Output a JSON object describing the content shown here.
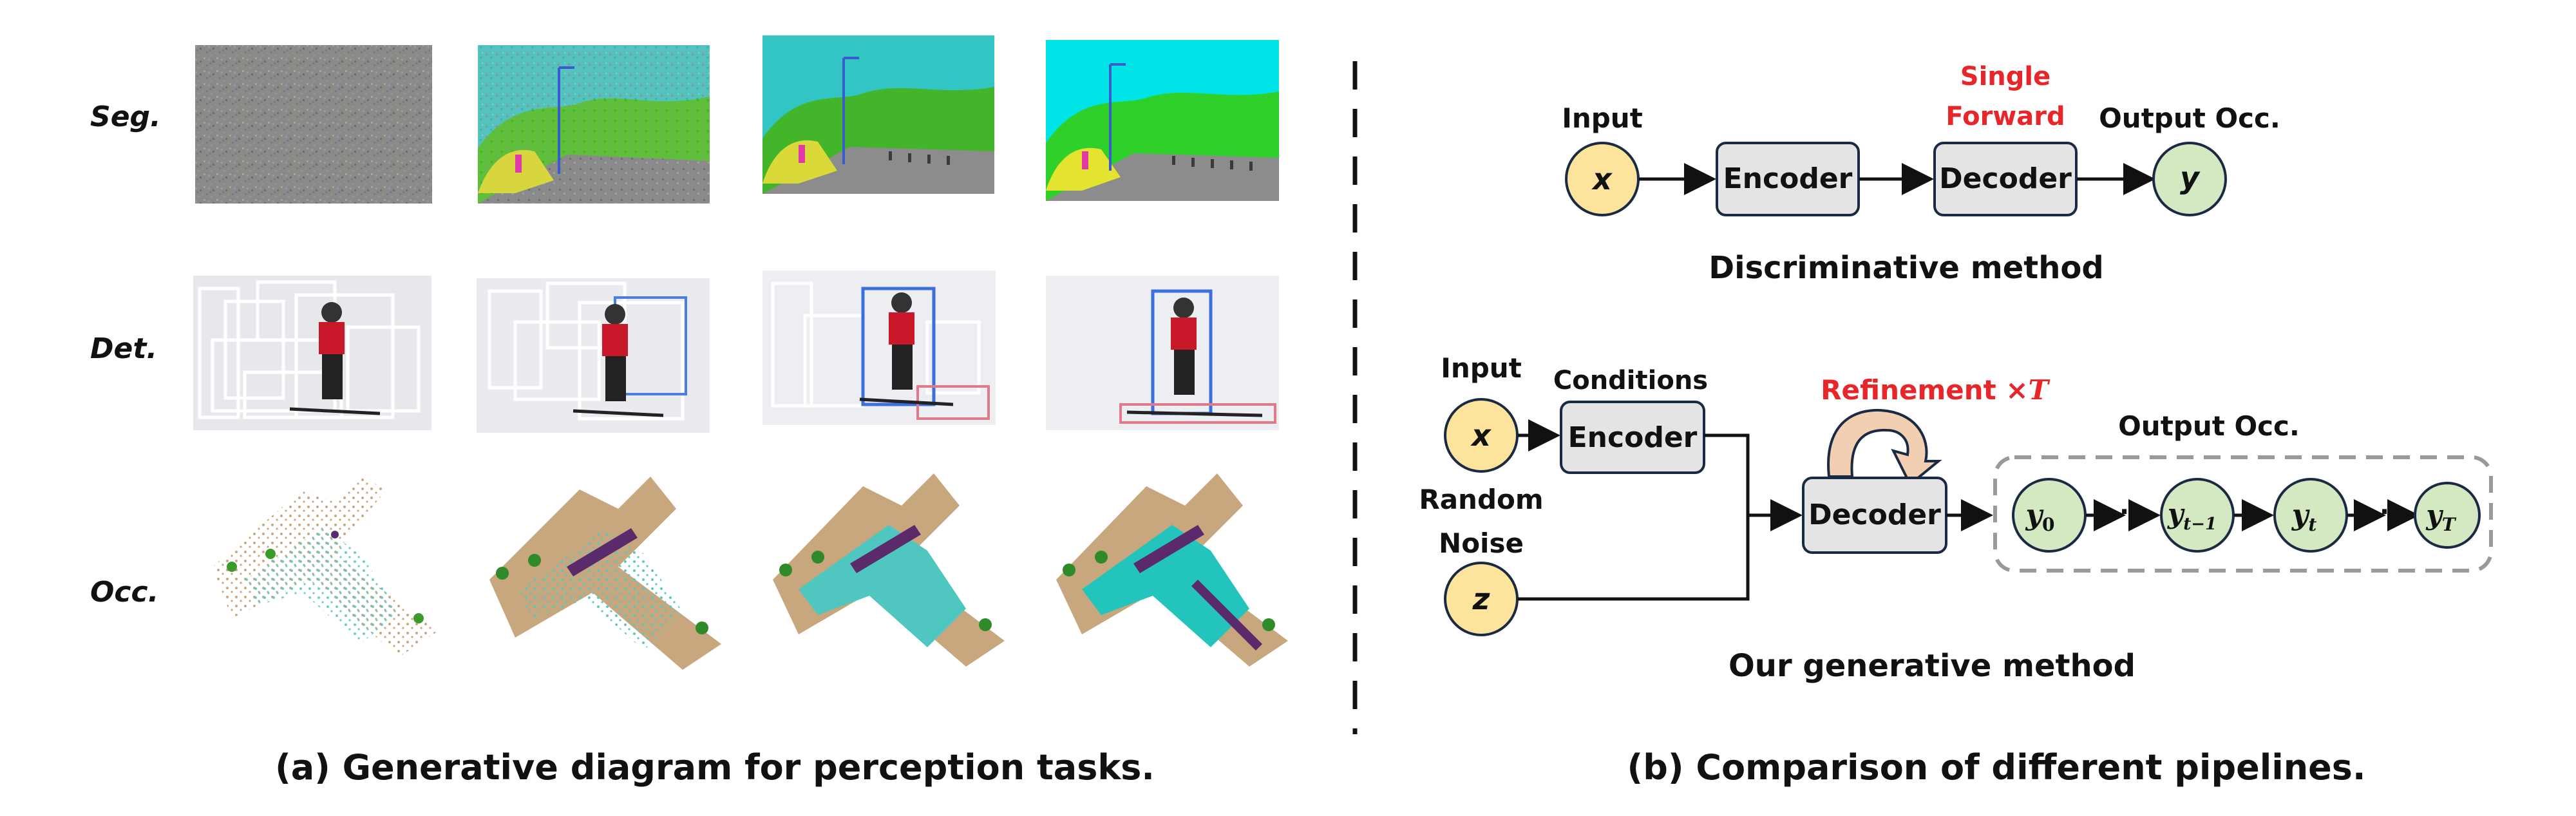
{
  "left_panel": {
    "rows": [
      {
        "label": "Seg."
      },
      {
        "label": "Det."
      },
      {
        "label": "Occ."
      }
    ],
    "caption": "(a) Generative diagram for perception tasks."
  },
  "right_panel": {
    "discriminative": {
      "input_label": "Input",
      "x_symbol": "x",
      "encoder": "Encoder",
      "decoder": "Decoder",
      "single_forward_line1": "Single",
      "single_forward_line2": "Forward",
      "output_label": "Output Occ.",
      "y_symbol": "y",
      "title": "Discriminative method"
    },
    "generative": {
      "input_label": "Input",
      "x_symbol": "x",
      "conditions_label": "Conditions",
      "encoder": "Encoder",
      "random_label": "Random",
      "noise_label": "Noise",
      "z_symbol": "z",
      "refinement_label": "Refinement ×",
      "refinement_T": "T",
      "decoder": "Decoder",
      "output_label": "Output Occ.",
      "y_nodes": [
        {
          "base": "y",
          "sub": "0"
        },
        {
          "base": "y",
          "sub": "t−1"
        },
        {
          "base": "y",
          "sub": "t"
        },
        {
          "base": "y",
          "sub": "T"
        }
      ],
      "dots": "⋯",
      "title": "Our generative method"
    },
    "caption": "(b) Comparison of different pipelines."
  },
  "colors": {
    "input_node": "#fce49c",
    "output_node": "#d4e8c2",
    "box_fill": "#e4e4e4",
    "accent_red": "#e8262a",
    "refine_arrow": "#f2cfb0"
  }
}
